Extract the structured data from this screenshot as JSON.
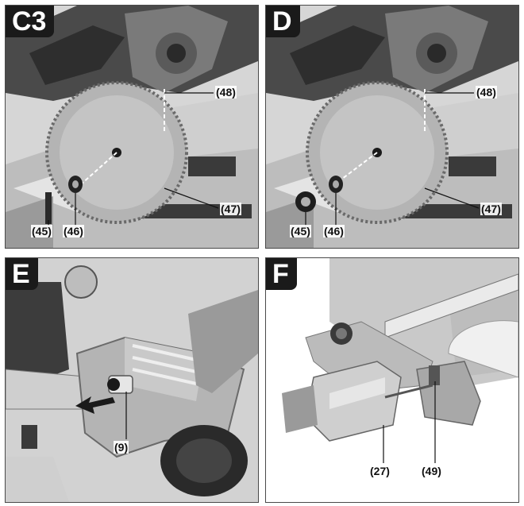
{
  "panels": [
    {
      "id": "C3",
      "callouts": [
        "(48)",
        "(47)",
        "(45)",
        "(46)"
      ]
    },
    {
      "id": "D",
      "callouts": [
        "(48)",
        "(47)",
        "(45)",
        "(46)"
      ]
    },
    {
      "id": "E",
      "callouts": [
        "(9)"
      ]
    },
    {
      "id": "F",
      "callouts": [
        "(27)",
        "(49)"
      ]
    }
  ],
  "colors": {
    "metal": "#c8c8c8",
    "dark": "#3a3a3a",
    "blade": "#b4b4b4",
    "arrow": "#1a1a1a"
  }
}
